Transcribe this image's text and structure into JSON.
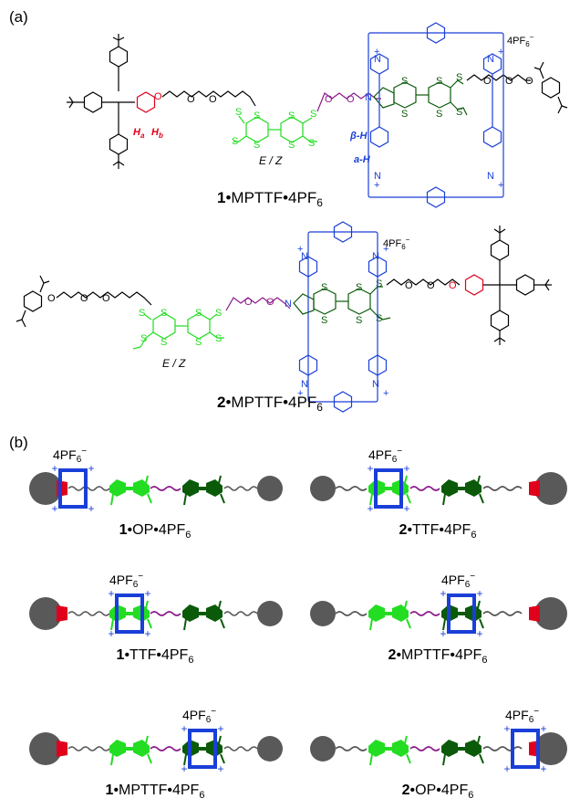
{
  "panel_a": {
    "label": "(a)",
    "compound1": {
      "num": "1",
      "name": "•MPTTF•4PF",
      "sub": "6",
      "counterion": "4PF",
      "counterion_sub": "6",
      "counterion_sup": "−",
      "ha": "H",
      "ha_sub": "a",
      "hb": "H",
      "hb_sub": "b",
      "beta_h": "β-H",
      "alpha_h": "a-H",
      "ez": "E / Z"
    },
    "compound2": {
      "num": "2",
      "name": "•MPTTF•4PF",
      "sub": "6",
      "counterion": "4PF",
      "counterion_sub": "6",
      "counterion_sup": "−",
      "ez": "E / Z"
    },
    "atoms": {
      "o": "O",
      "s": "S",
      "n": "N",
      "plus": "+"
    }
  },
  "panel_b": {
    "label": "(b)",
    "cartoons": [
      {
        "num": "1",
        "name": "•OP•4PF",
        "sub": "6",
        "counterion": "4PF",
        "counterion_sub": "6",
        "counterion_sup": "−"
      },
      {
        "num": "2",
        "name": "•TTF•4PF",
        "sub": "6",
        "counterion": "4PF",
        "counterion_sub": "6",
        "counterion_sup": "−"
      },
      {
        "num": "1",
        "name": "•TTF•4PF",
        "sub": "6",
        "counterion": "4PF",
        "counterion_sub": "6",
        "counterion_sup": "−"
      },
      {
        "num": "2",
        "name": "•MPTTF•4PF",
        "sub": "6",
        "counterion": "4PF",
        "counterion_sub": "6",
        "counterion_sup": "−"
      },
      {
        "num": "1",
        "name": "•MPTTF•4PF",
        "sub": "6",
        "counterion": "4PF",
        "counterion_sub": "6",
        "counterion_sup": "−"
      },
      {
        "num": "2",
        "name": "•OP•4PF",
        "sub": "6",
        "counterion": "4PF",
        "counterion_sub": "6",
        "counterion_sup": "−"
      }
    ],
    "plus": "+"
  },
  "colors": {
    "stopper": "#595959",
    "hydroquinone": "#e0001b",
    "ttf": "#22dd22",
    "mpttf": "#0a5a0a",
    "linker": "#8b1a8b",
    "ring": "#1a3fd8",
    "chain": "#555555"
  }
}
